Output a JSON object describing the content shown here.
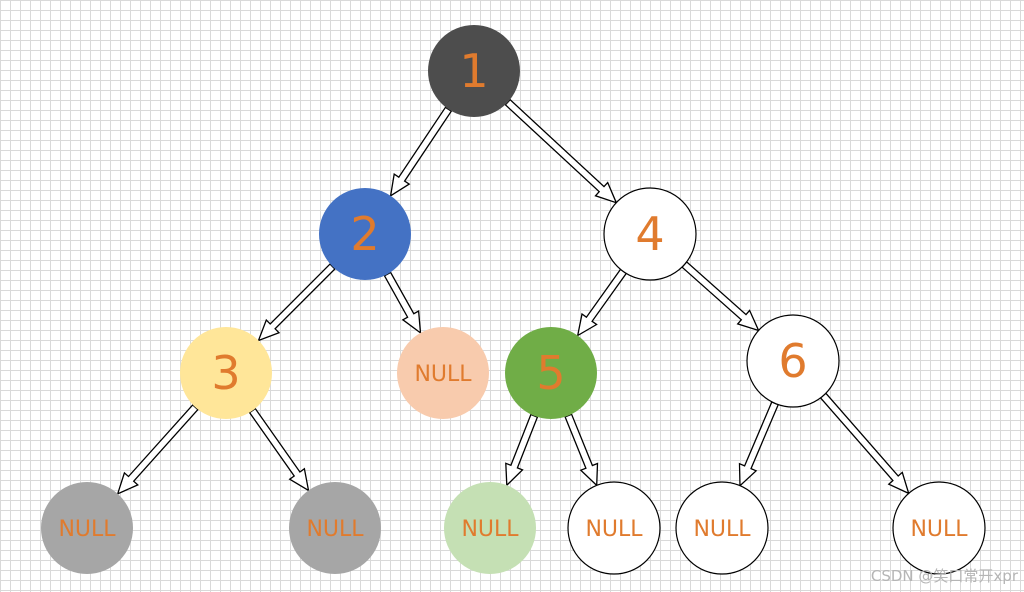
{
  "colors": {
    "label": "#E07B2E",
    "stroke": "#000000",
    "arrow_fill": "#ffffff"
  },
  "nodes": [
    {
      "id": "n1",
      "label": "1",
      "fill": "#4D4D4D",
      "kind": "value"
    },
    {
      "id": "n2",
      "label": "2",
      "fill": "#4472C4",
      "kind": "value"
    },
    {
      "id": "n4",
      "label": "4",
      "fill": "#FFFFFF",
      "kind": "value"
    },
    {
      "id": "n3",
      "label": "3",
      "fill": "#FFE699",
      "kind": "value"
    },
    {
      "id": "n2null",
      "label": "NULL",
      "fill": "#F8CBAD",
      "kind": "null"
    },
    {
      "id": "n5",
      "label": "5",
      "fill": "#70AD47",
      "kind": "value"
    },
    {
      "id": "n6",
      "label": "6",
      "fill": "#FFFFFF",
      "kind": "value"
    },
    {
      "id": "n3nullL",
      "label": "NULL",
      "fill": "#A6A6A6",
      "kind": "null"
    },
    {
      "id": "n3nullR",
      "label": "NULL",
      "fill": "#A6A6A6",
      "kind": "null"
    },
    {
      "id": "n5nullL",
      "label": "NULL",
      "fill": "#C5E0B4",
      "kind": "null"
    },
    {
      "id": "n5nullR",
      "label": "NULL",
      "fill": "#FFFFFF",
      "kind": "null"
    },
    {
      "id": "n6nullL",
      "label": "NULL",
      "fill": "#FFFFFF",
      "kind": "null"
    },
    {
      "id": "n6nullR",
      "label": "NULL",
      "fill": "#FFFFFF",
      "kind": "null"
    }
  ],
  "edges": [
    {
      "from": "n1",
      "to": "n2"
    },
    {
      "from": "n1",
      "to": "n4"
    },
    {
      "from": "n2",
      "to": "n3"
    },
    {
      "from": "n2",
      "to": "n2null"
    },
    {
      "from": "n4",
      "to": "n5"
    },
    {
      "from": "n4",
      "to": "n6"
    },
    {
      "from": "n3",
      "to": "n3nullL"
    },
    {
      "from": "n3",
      "to": "n3nullR"
    },
    {
      "from": "n5",
      "to": "n5nullL"
    },
    {
      "from": "n5",
      "to": "n5nullR"
    },
    {
      "from": "n6",
      "to": "n6nullL"
    },
    {
      "from": "n6",
      "to": "n6nullR"
    }
  ],
  "watermark": "CSDN @笑口常开xpr"
}
